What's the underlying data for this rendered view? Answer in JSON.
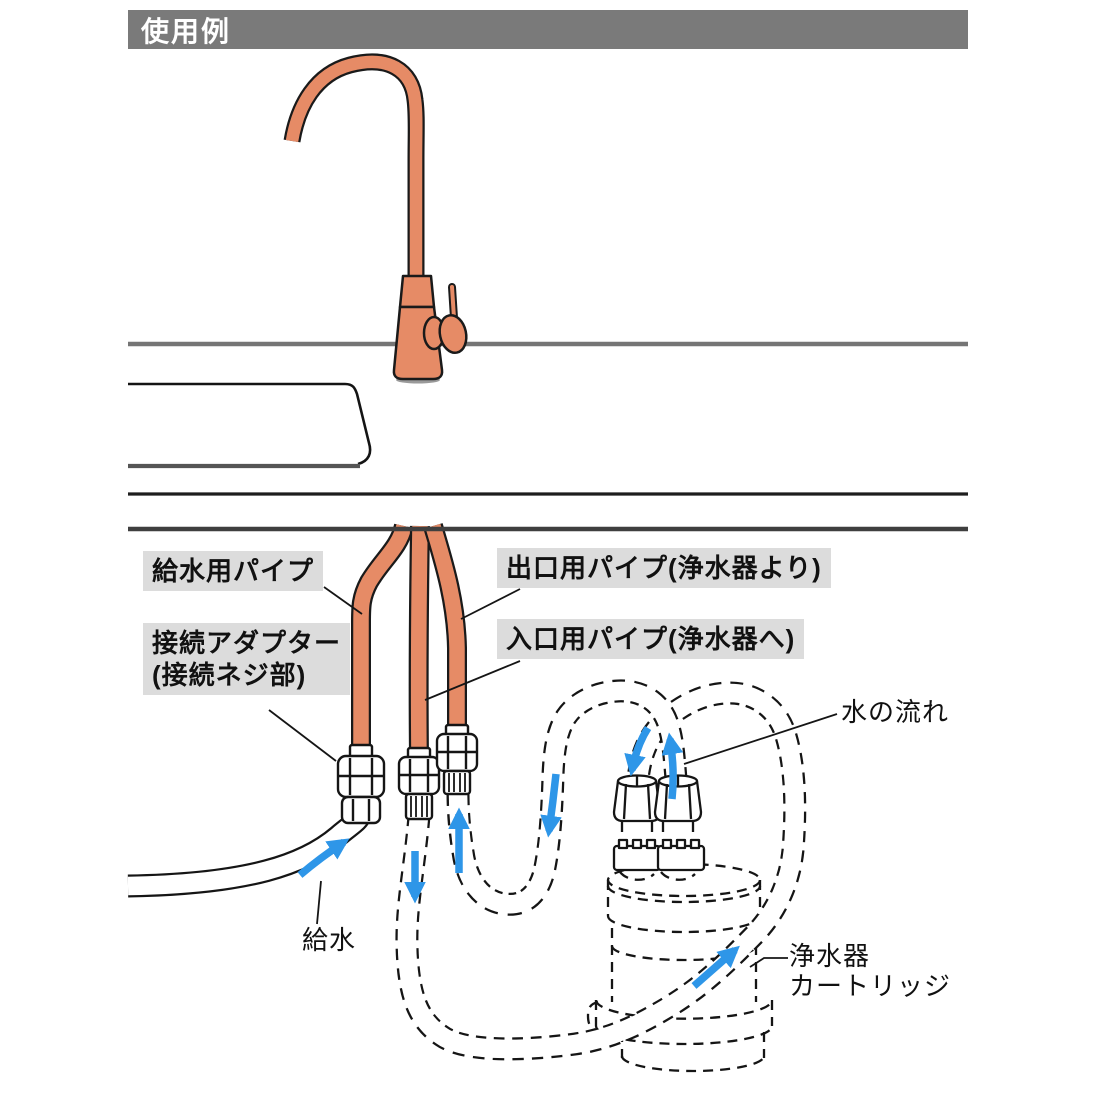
{
  "title_bar": {
    "text": "使用例"
  },
  "callouts": {
    "supply_pipe": {
      "text": "給水用パイプ"
    },
    "adapter": {
      "line1": "接続アダプター",
      "line2": "(接続ネジ部)"
    },
    "outlet_pipe": {
      "text": "出口用パイプ(浄水器より)"
    },
    "inlet_pipe": {
      "text": "入口用パイプ(浄水器へ)"
    },
    "water_flow": {
      "text": "水の流れ"
    },
    "water_supply": {
      "text": "給水"
    },
    "cartridge": {
      "line1": "浄水器",
      "line2": "カートリッジ"
    }
  },
  "colors": {
    "title_bg_gray": "#7a7a7a",
    "callout_bg_gray": "#dcdcdc",
    "pipe_orange": "#e68b66",
    "flow_arrow_blue": "#2e96e8",
    "counter_gray": "#757575",
    "outline_black": "#1a1a1a"
  }
}
